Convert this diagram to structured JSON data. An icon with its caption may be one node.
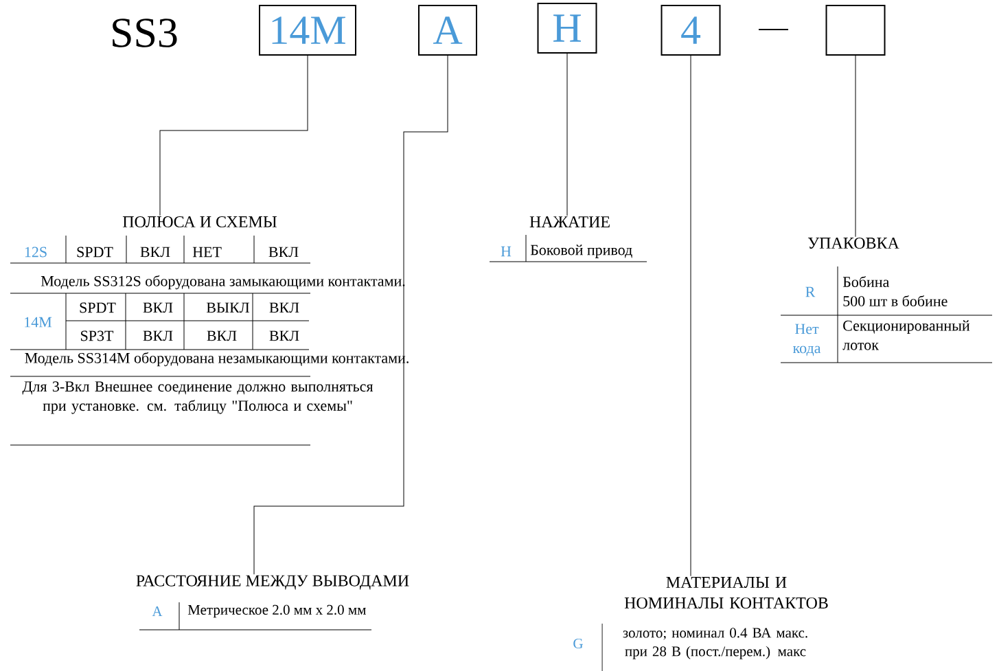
{
  "diagram": {
    "nodes": [
      {
        "text": [
          "14M"
        ]
      },
      {
        "text": [
          "A"
        ]
      },
      {
        "text": [
          "H"
        ]
      },
      {
        "text": [
          "4"
        ]
      },
      {
        "text": [],
        "shape": "box"
      },
      {
        "text": [
          "ПОЛЮСА И СХЕМЫ"
        ]
      },
      {
        "text": [
          "НАЖАТИЕ"
        ]
      },
      {
        "text": [
          "УПАКОВКА"
        ]
      },
      {
        "text": [
          "РАССТОЯНИЕ МЕЖДУ ВЫВОДАМИ"
        ]
      },
      {
        "text": [
          "МАТЕРИАЛЫ И НОМИНАЛЫ КОНТАКТОВ"
        ]
      }
    ],
    "edges": [
      {
        "from": 0,
        "to": 5,
        "arrow": "none"
      },
      {
        "from": 1,
        "to": 8,
        "arrow": "none"
      },
      {
        "from": 2,
        "to": 6,
        "arrow": "none"
      },
      {
        "from": 3,
        "to": 9,
        "arrow": "none"
      },
      {
        "from": 4,
        "to": 7,
        "arrow": "none"
      }
    ],
    "labels": [
      "SS3",
      "12S",
      "SPDT",
      "ВКЛ",
      "НЕТ",
      "ВКЛ",
      "Модель SS312S оборудована замыкающими контактами.",
      "14M",
      "SPDT",
      "ВКЛ",
      "ВЫКЛ",
      "ВКЛ",
      "SP3T",
      "ВКЛ",
      "ВКЛ",
      "ВКЛ",
      "Модель SS314M оборудована незамыкающими контактами.",
      "Для 3-Вкл Внешнее соединение должно выполняться при установке. см. таблицу \"Полюса и схемы\"",
      "H",
      "Боковой привод",
      "R",
      "Бобина",
      "500 шт в бобине",
      "Нет кода",
      "Секционированный лоток",
      "A",
      "Метрическое 2.0 мм x 2.0 мм",
      "G",
      "золото; номинал 0.4 ВА макс. при 28 В (пост./перем.) макс"
    ]
  }
}
